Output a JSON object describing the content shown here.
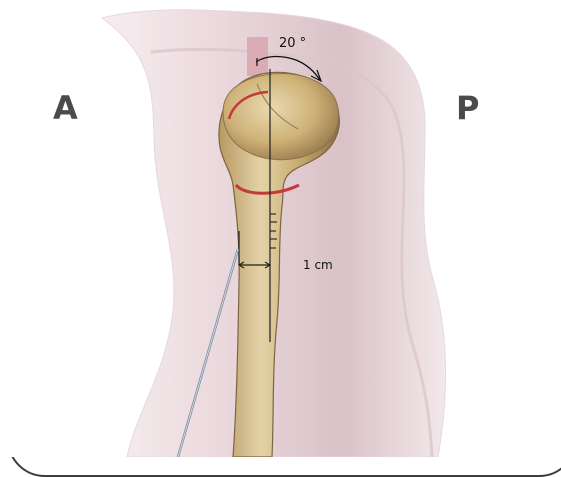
{
  "labels": {
    "anterior": "A",
    "posterior": "P",
    "angle": "20 °",
    "distance": "1 cm"
  },
  "colors": {
    "soft_tissue": "#ead9dc",
    "bone": "#d8c18f",
    "bone_shadow": "#a88b5d",
    "incision": "#c4393c",
    "needle": "#7f8fa2",
    "guide_line": "#1f1f1f",
    "frame": "#3d3d3d"
  },
  "icons": {
    "arm": "arm-outline",
    "humerus": "humerus-bone",
    "needle": "insertion-needle"
  }
}
